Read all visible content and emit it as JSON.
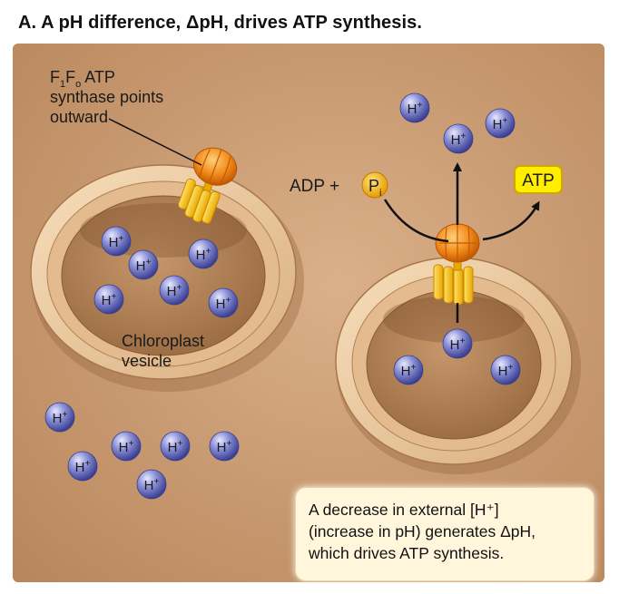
{
  "title": "A. A pH difference, ΔpH, drives ATP synthesis.",
  "labels": {
    "synthase": {
      "F": "F",
      "sub1": "1",
      "sub2": "o",
      "tail": " ATP",
      "line2": "synthase points",
      "line3": "outward"
    },
    "vesicle": {
      "line1": "Chloroplast",
      "line2": "vesicle"
    },
    "adp": "ADP +",
    "pi": {
      "main": "P",
      "sub": "i"
    },
    "atp": "ATP"
  },
  "proton": {
    "main": "H",
    "sup": "+"
  },
  "callout": {
    "line1": "A decrease in external [H⁺]",
    "line2": "(increase in pH) generates ΔpH,",
    "line3": "which drives ATP synthesis."
  },
  "colors": {
    "background": "#c99a6e",
    "membrane": "#f1cfa4",
    "proton": "#4d53a8",
    "synthase": "#f18a1e",
    "atp_box": "#ffee00",
    "callout": "#fff6dc"
  }
}
